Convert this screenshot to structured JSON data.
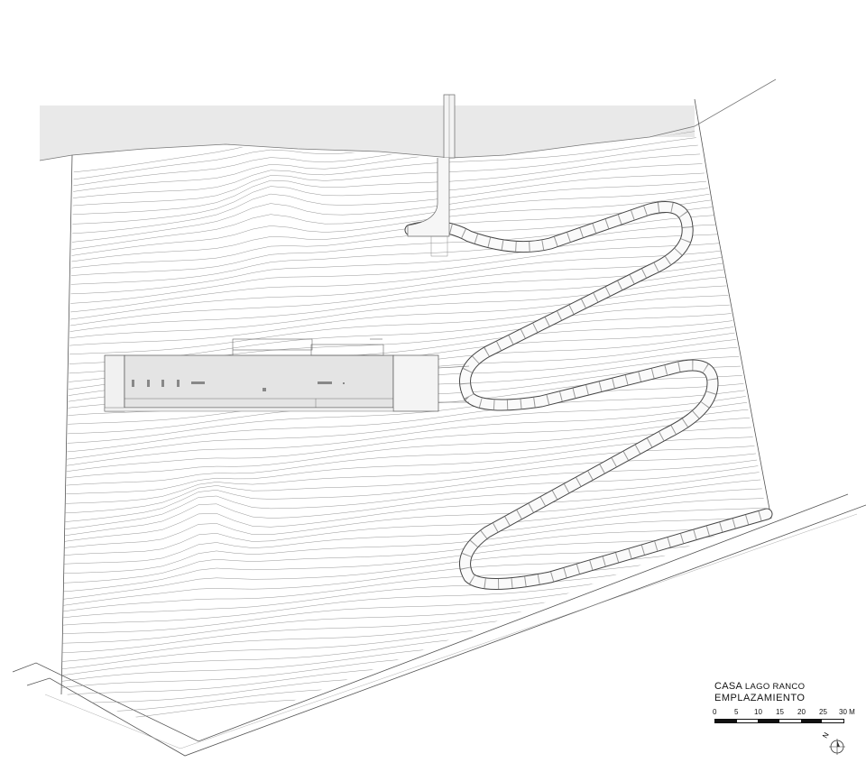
{
  "title_block": {
    "project_name": "CASA",
    "project_name_sub": "LAGO RANCO",
    "sheet_title": "EMPLAZAMIENTO"
  },
  "scale_bar": {
    "labels": [
      "0",
      "5",
      "10",
      "15",
      "20",
      "25",
      "30 M"
    ],
    "segments": 6
  },
  "north_arrow": {
    "label": "N",
    "icon": "north-arrow-icon"
  },
  "colors": {
    "lake_fill": "#e9e9e9",
    "house_fill": "#e4e4e4",
    "contour_stroke": "#8a8a8a",
    "line_stroke": "#555555"
  }
}
